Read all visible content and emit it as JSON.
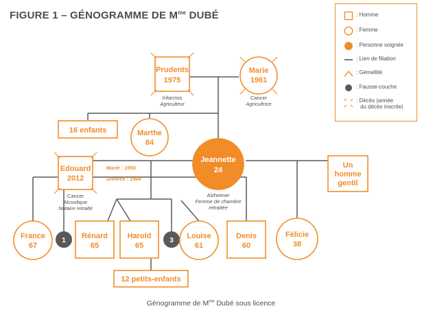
{
  "title": {
    "main": "FIGURE 1 – GÉNOGRAMME DE M",
    "sup": "me",
    "tail": " DUBÉ"
  },
  "caption": {
    "main": "Génogramme de M",
    "sup": "me",
    "tail": " Dubé sous licence"
  },
  "colors": {
    "accent": "#f28c28",
    "text": "#4d4d4d",
    "dark": "#595959"
  },
  "legend": [
    {
      "symbol": "square",
      "label": ": Homme"
    },
    {
      "symbol": "circle",
      "label": ": Femme"
    },
    {
      "symbol": "filled-circle",
      "label": ": Personne soignée"
    },
    {
      "symbol": "line",
      "label": ": Lien de filiation"
    },
    {
      "symbol": "chevron",
      "label": ": Gémellité"
    },
    {
      "symbol": "dark-dot",
      "label": ": Fausse-couche"
    },
    {
      "symbol": "x-marks",
      "label": ": Décès (année",
      "label2": "du décès inscrite)"
    }
  ],
  "people": {
    "prudents": {
      "name": "Prudents",
      "year": "1975",
      "cause": "Infarctus",
      "job": "Agriculteur"
    },
    "marie": {
      "name": "Marie",
      "year": "1961",
      "cause": "Cancer",
      "job": "Agricultrice"
    },
    "siblings": {
      "label": "16 enfants"
    },
    "marthe": {
      "name": "Marthe",
      "age": "84"
    },
    "jeannette": {
      "name": "Jeannette",
      "age": "24",
      "cause": "Alzheimer",
      "job": "Femme de chambre",
      "job2": "retraitée"
    },
    "edouard": {
      "name": "Edouard",
      "year": "2012",
      "cause": "Cancer",
      "cause2": "Alcoolique",
      "job": "Notaire retraité"
    },
    "gentil": {
      "line1": "Un",
      "line2": "homme",
      "line3": "gentil"
    },
    "france": {
      "name": "France",
      "age": "67"
    },
    "miscarriage1": {
      "label": "1"
    },
    "renard": {
      "name": "Rénard",
      "age": "65"
    },
    "harold": {
      "name": "Harold",
      "age": "65"
    },
    "miscarriage3": {
      "label": "3"
    },
    "louise": {
      "name": "Louise",
      "age": "61"
    },
    "denis": {
      "name": "Denis",
      "age": "60"
    },
    "felicie": {
      "name": "Félicie",
      "age": "38"
    },
    "grandchildren": {
      "label": "12 petits-enfants"
    }
  },
  "relations": {
    "married": "Marié : 1953",
    "divorced": "Divorcé : 1968"
  }
}
